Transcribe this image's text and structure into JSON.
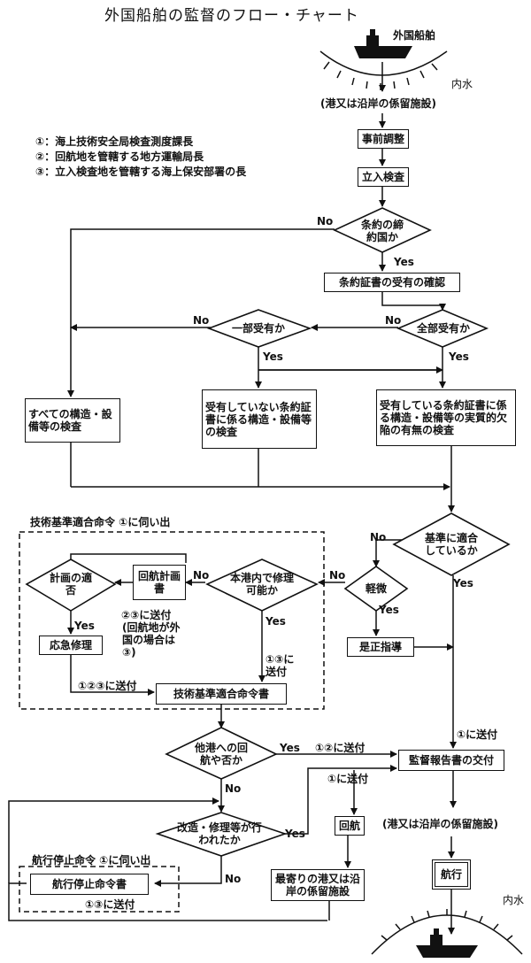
{
  "title": "外国船舶の監督のフロー・チャート",
  "legend": [
    "①：海上技術安全局検査測度課長",
    "②：回航地を管轄する地方運輸局長",
    "③：立入検査地を管轄する海上保安部署の長"
  ],
  "top": {
    "ship_label": "外国船舶",
    "inner_water": "内水",
    "port_note": "(港又は沿岸の係留施設)"
  },
  "bottom": {
    "port_note": "(港又は沿岸の係留施設)",
    "inner_water": "内水"
  },
  "boxes": {
    "pre_adjust": "事前調整",
    "inspection": "立入検査",
    "cert_check": "条約証書の受有の確認",
    "all_inspect": "すべての構造・設備等の検査",
    "partial_inspect": "受有していない条約証書に係る構造・設備等の検査",
    "full_inspect": "受有している条約証書に係る構造・設備等の実質的欠陥の有無の検査",
    "plan": "回航計画書",
    "emergency": "応急修理",
    "correction": "是正指導",
    "order": "技術基準適合命令書",
    "report": "監督報告書の交付",
    "voyage": "回航",
    "stop_order": "航行停止命令書",
    "nearest_port": "最寄りの港又は沿岸の係留施設",
    "sail": "航行"
  },
  "decisions": {
    "treaty": "条約の締約国か",
    "all_cert": "全部受有か",
    "part_cert": "一部受有か",
    "conform": "基準に適合しているか",
    "minor": "軽微",
    "repair_port": "本港内で修理可能か",
    "plan_ok": "計画の適否",
    "other_port": "他港への回航や否か",
    "repaired": "改造・修理等が行われたか"
  },
  "labels": {
    "yes": "Yes",
    "no": "No",
    "tech_order_title": "技術基準適合命令 ①に伺い出",
    "send_23": "②③に送付",
    "send_23_note": "(回航地が外国の場合は③)",
    "send_13": "①③に送付",
    "send_123": "①②③に送付",
    "send_1": "①に送付",
    "send_12": "①②に送付",
    "send_1b": "①に送付",
    "stop_title": "航行停止命令 ①に伺い出",
    "send_13b": "①③に送付"
  }
}
